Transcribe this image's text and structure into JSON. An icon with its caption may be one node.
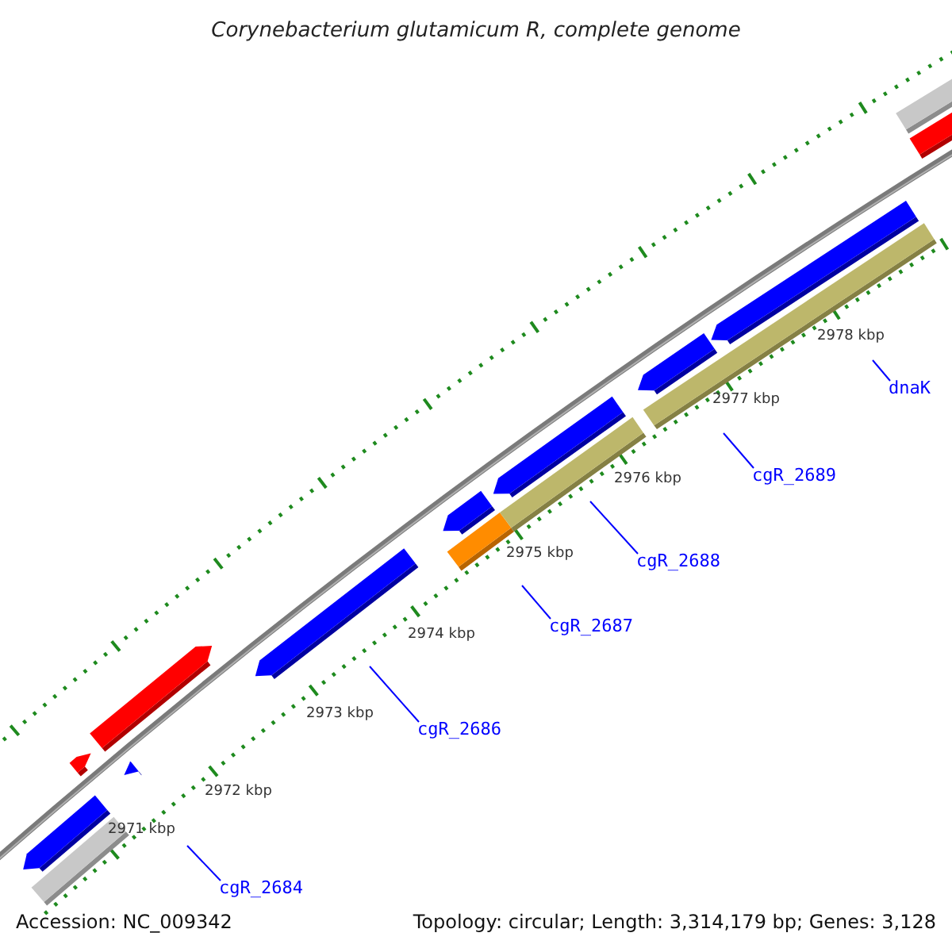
{
  "diagram": {
    "title": "Corynebacterium glutamicum R, complete genome",
    "nodes": [
      {
        "text": [
          "cgR_2684"
        ]
      },
      {
        "text": [
          "cgR_2686"
        ]
      },
      {
        "text": [
          "cgR_2687"
        ]
      },
      {
        "text": [
          "cgR_2688"
        ]
      },
      {
        "text": [
          "cgR_2689"
        ]
      },
      {
        "text": [
          "dnaK"
        ]
      }
    ],
    "edges": [
      {
        "from": 0,
        "to": null,
        "arrow": "none"
      },
      {
        "from": 1,
        "to": null,
        "arrow": "none"
      },
      {
        "from": 2,
        "to": null,
        "arrow": "none"
      },
      {
        "from": 3,
        "to": null,
        "arrow": "none"
      },
      {
        "from": 4,
        "to": null,
        "arrow": "none"
      },
      {
        "from": 5,
        "to": null,
        "arrow": "none"
      }
    ],
    "labels": [
      "2971 kbp",
      "2972 kbp",
      "2973 kbp",
      "2974 kbp",
      "2975 kbp",
      "2976 kbp",
      "2977 kbp",
      "2978 kbp",
      "Accession: NC_009342",
      "Topology: circular; Length: 3,314,179 bp; Genes: 3,128"
    ]
  }
}
